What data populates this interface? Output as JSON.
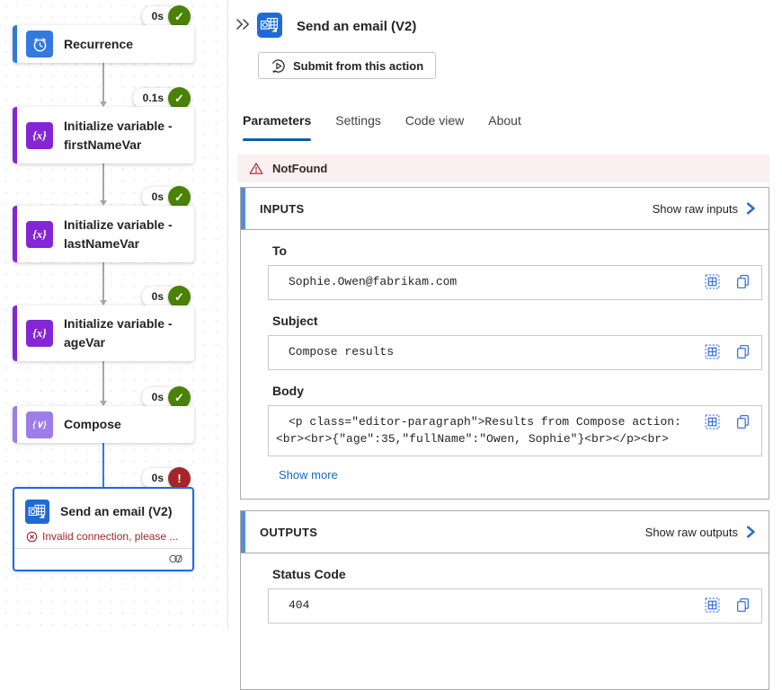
{
  "colors": {
    "accent_blue": "#115ea3",
    "link_blue": "#0f6cbd",
    "icon_blue": "#3e73db",
    "chevron_blue": "#2b6bd8",
    "success_green": "#498205",
    "error_red": "#a4262c",
    "node_blue": "#3379e0",
    "node_purple": "#8526d6",
    "node_lavender": "#9e7cea",
    "outlook_blue": "#1f6bd6",
    "warning_bg": "#faf0f1",
    "selected_blue": "#1f6bd6"
  },
  "workflow": {
    "nodes": [
      {
        "title": "Recurrence",
        "duration": "0s",
        "status": "success",
        "status_glyph": "✓"
      },
      {
        "title": "Initialize variable - firstNameVar",
        "duration": "0.1s",
        "status": "success",
        "status_glyph": "✓",
        "glyph": "{x}"
      },
      {
        "title": "Initialize variable - lastNameVar",
        "duration": "0s",
        "status": "success",
        "status_glyph": "✓",
        "glyph": "{x}"
      },
      {
        "title": "Initialize variable - ageVar",
        "duration": "0s",
        "status": "success",
        "status_glyph": "✓",
        "glyph": "{x}"
      },
      {
        "title": "Compose",
        "duration": "0s",
        "status": "success",
        "status_glyph": "✓",
        "glyph": "{∨}"
      },
      {
        "title": "Send an email (V2)",
        "duration": "0s",
        "status": "error",
        "status_glyph": "!",
        "error_text": "Invalid connection, please ..."
      }
    ]
  },
  "header": {
    "title": "Send an email (V2)",
    "submit_label": "Submit from this action"
  },
  "tabs": {
    "items": [
      {
        "label": "Parameters",
        "active": true
      },
      {
        "label": "Settings",
        "active": false
      },
      {
        "label": "Code view",
        "active": false
      },
      {
        "label": "About",
        "active": false
      }
    ]
  },
  "banner": {
    "text": "NotFound"
  },
  "inputs": {
    "title": "INPUTS",
    "link": "Show raw inputs",
    "fields": [
      {
        "label": "To",
        "value": "Sophie.Owen@fabrikam.com"
      },
      {
        "label": "Subject",
        "value": "Compose results"
      },
      {
        "label": "Body",
        "value": "<p class=\"editor-paragraph\">Results from Compose action: <br><br>{\"age\":35,\"fullName\":\"Owen, Sophie\"}<br></p><br>"
      }
    ],
    "show_more": "Show more"
  },
  "outputs": {
    "title": "OUTPUTS",
    "link": "Show raw outputs",
    "fields": [
      {
        "label": "Status Code",
        "value": "404"
      }
    ]
  }
}
